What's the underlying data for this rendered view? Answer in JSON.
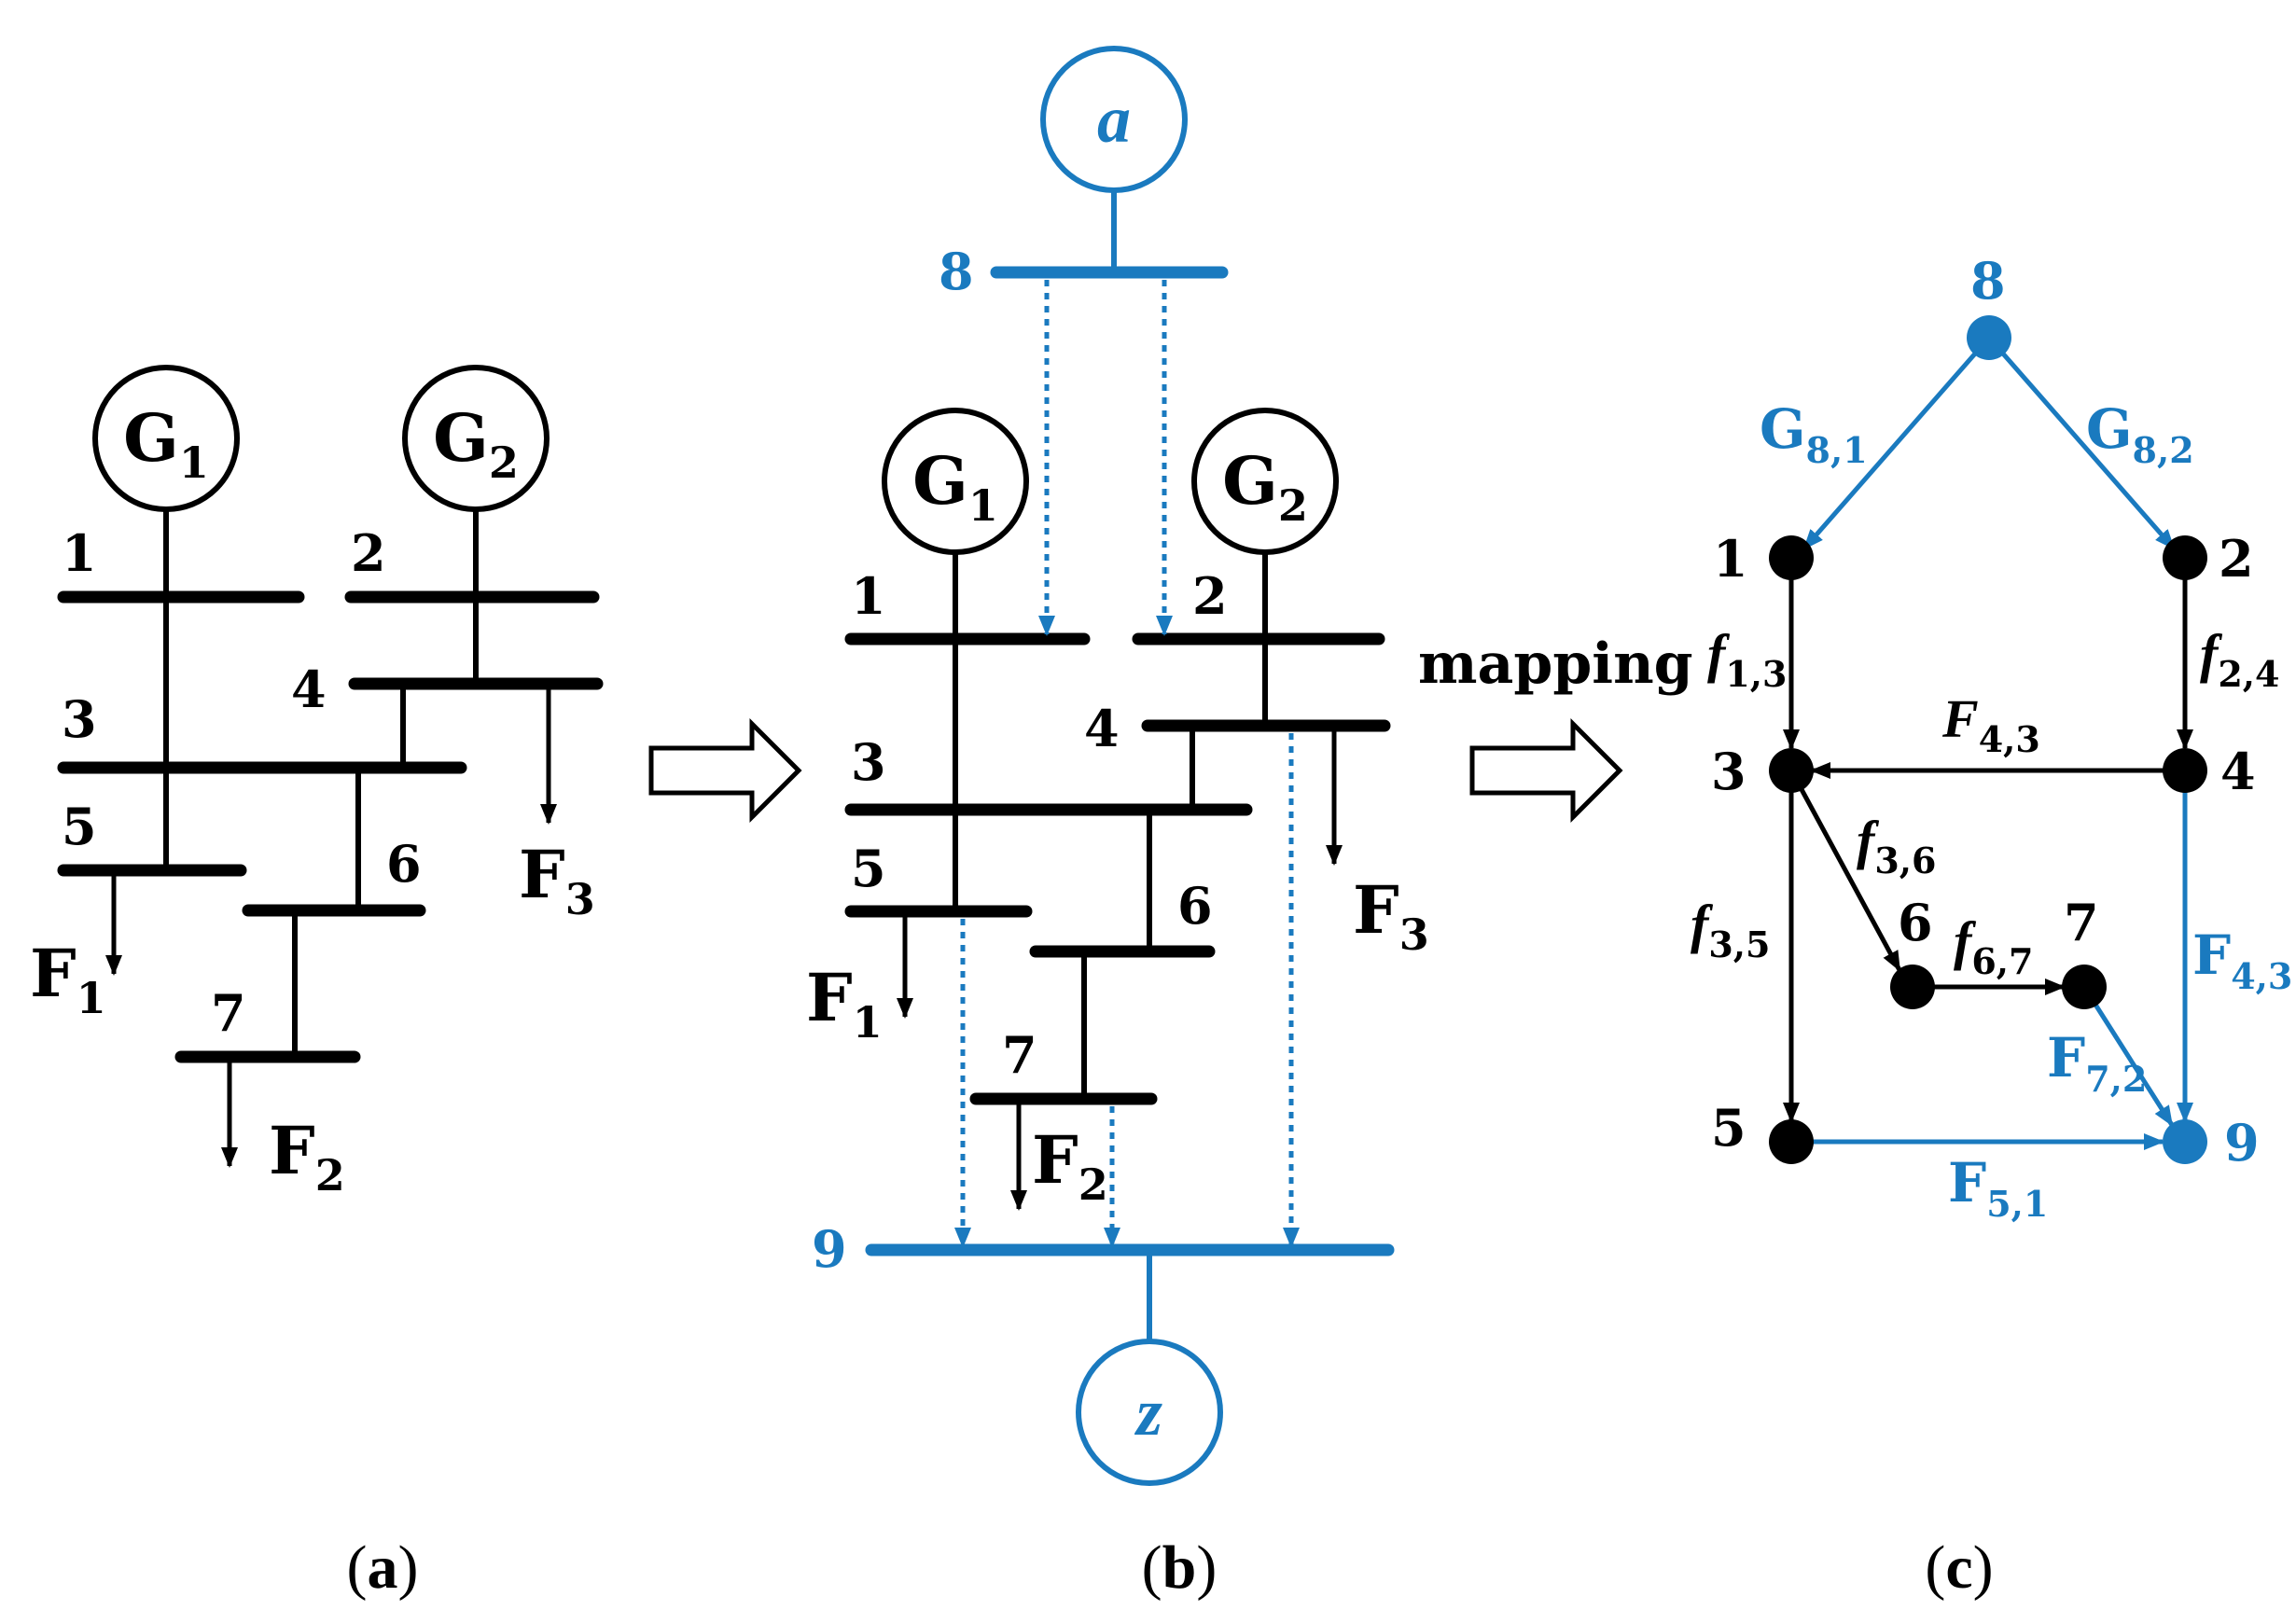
{
  "colors": {
    "black": "#000000",
    "blue": "#1A7ABF"
  },
  "panel_a": {
    "caption": "a",
    "gen1": {
      "main": "G",
      "sub": "1"
    },
    "gen2": {
      "main": "G",
      "sub": "2"
    },
    "buses": [
      "1",
      "2",
      "3",
      "4",
      "5",
      "6",
      "7"
    ],
    "loads": [
      {
        "main": "F",
        "sub": "1"
      },
      {
        "main": "F",
        "sub": "2"
      },
      {
        "main": "F",
        "sub": "3"
      }
    ]
  },
  "panel_b": {
    "caption": "b",
    "source": "a",
    "sink": "z",
    "source_bus": "8",
    "sink_bus": "9",
    "gen1": {
      "main": "G",
      "sub": "1"
    },
    "gen2": {
      "main": "G",
      "sub": "2"
    },
    "buses": [
      "1",
      "2",
      "3",
      "4",
      "5",
      "6",
      "7"
    ],
    "loads": [
      {
        "main": "F",
        "sub": "1"
      },
      {
        "main": "F",
        "sub": "2"
      },
      {
        "main": "F",
        "sub": "3"
      }
    ]
  },
  "panel_c": {
    "caption": "c",
    "mapping_label": "mapping",
    "nodes": [
      "1",
      "2",
      "3",
      "4",
      "5",
      "6",
      "7",
      "8",
      "9"
    ],
    "edges": {
      "g81": {
        "main": "G",
        "sub": "8,1"
      },
      "g82": {
        "main": "G",
        "sub": "8,2"
      },
      "f13": {
        "main": "f",
        "sub": "1,3"
      },
      "f24": {
        "main": "f",
        "sub": "2,4"
      },
      "f43": {
        "main": "F",
        "sub": "4,3"
      },
      "f36": {
        "main": "f",
        "sub": "3,6"
      },
      "f35": {
        "main": "f",
        "sub": "3,5"
      },
      "f67": {
        "main": "f",
        "sub": "6,7"
      },
      "f49": {
        "main": "F",
        "sub": "4,3"
      },
      "f79": {
        "main": "F",
        "sub": "7,2"
      },
      "f59": {
        "main": "F",
        "sub": "5,1"
      }
    }
  }
}
